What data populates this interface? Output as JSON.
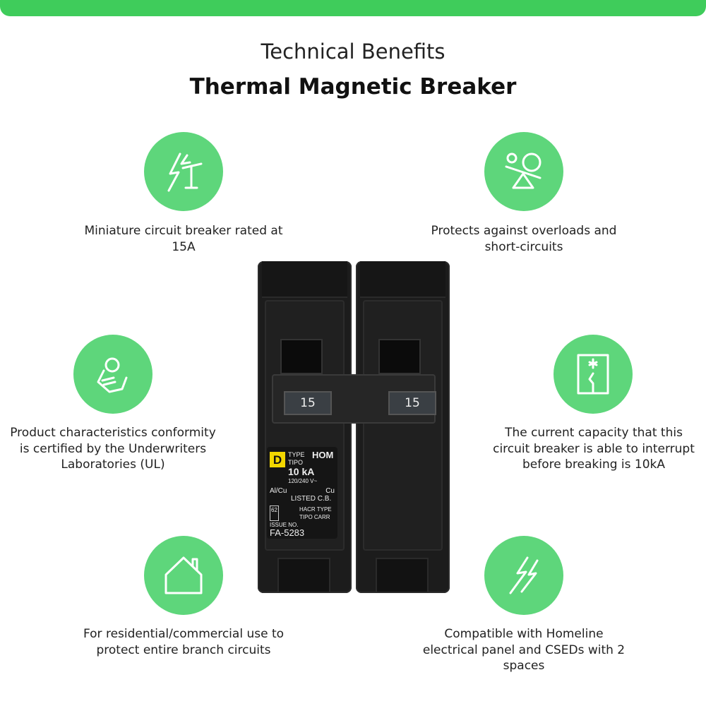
{
  "header": {
    "subtitle": "Technical Benefits",
    "title": "Thermal Magnetic Breaker"
  },
  "colors": {
    "accent": "#3fcc5b",
    "icon_circle": "#5ed67b"
  },
  "features": [
    {
      "icon": "lightning-tower-icon",
      "text": "Miniature circuit breaker rated at 15A"
    },
    {
      "icon": "seesaw-balance-icon",
      "text": "Protects against overloads and short-circuits"
    },
    {
      "icon": "certified-clipboard-icon",
      "text": "Product characteristics conformity is certified by the Underwriters Laboratories (UL)"
    },
    {
      "icon": "breaker-switch-icon",
      "text": "The current capacity that this circuit breaker is able to interrupt before breaking is 10kA"
    },
    {
      "icon": "house-icon",
      "text": "For residential/commercial use to protect entire branch circuits"
    },
    {
      "icon": "lightning-icon",
      "text": "Compatible with Homeline electrical panel and CSEDs with 2 spaces"
    }
  ],
  "product": {
    "rating_left": "15",
    "rating_right": "15",
    "label": {
      "logo": "D",
      "type": "TYPE TIPO",
      "model": "HOM",
      "kaic": "10 kA",
      "voltage": "120/240 V~",
      "wire1": "Al/Cu",
      "wire2": "Cu",
      "listed": "LISTED C.B.",
      "code": "62",
      "hacr": "HACR TYPE TIPO CARR",
      "issue": "ISSUE NO.",
      "part": "FA-5283"
    }
  }
}
